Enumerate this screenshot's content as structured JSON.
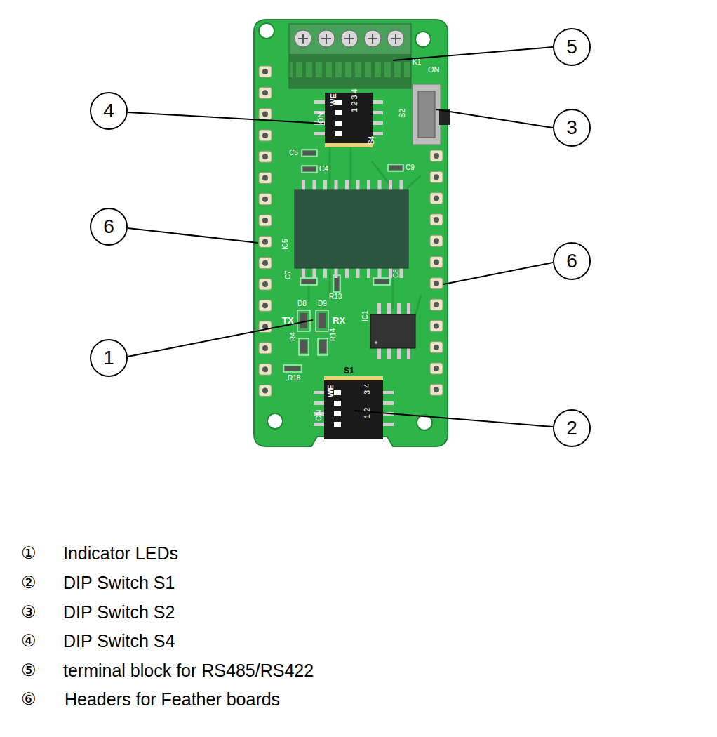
{
  "diagram": {
    "nodes": [
      {
        "text": [
          "5"
        ]
      },
      {
        "text": [
          "4"
        ]
      },
      {
        "text": [
          "3"
        ]
      },
      {
        "text": [
          "6"
        ]
      },
      {
        "text": [
          "6"
        ]
      },
      {
        "text": [
          "1"
        ]
      },
      {
        "text": [
          "2"
        ]
      }
    ],
    "labels": [
      "K1",
      "ON",
      "ON",
      "WE",
      "1 2 3 4",
      "S4",
      "S2",
      "C5",
      "C4",
      "C9",
      "IC5",
      "C7",
      "R13",
      "C8",
      "D8",
      "D9",
      "TX",
      "RX",
      "IC1",
      "R4",
      "R14",
      "R18",
      "S1",
      "ON",
      "WE",
      "3 4",
      "1 2",
      "①",
      "Indicator LEDs",
      "②",
      "DIP Switch S1",
      "③",
      "DIP Switch S2",
      "④",
      "DIP Switch S4",
      "⑤",
      "terminal block for RS485/RS422",
      "⑥",
      "Headers for Feather boards"
    ]
  }
}
